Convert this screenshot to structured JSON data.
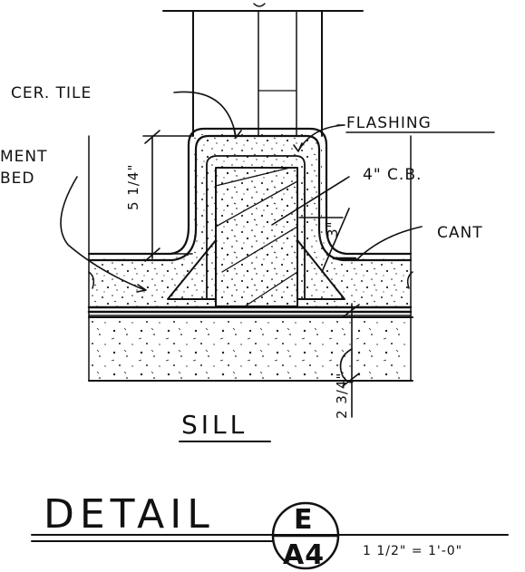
{
  "labels": {
    "cer_tile": "CER. TILE",
    "flashing": "FLASHING",
    "cement_bed_line1": "MENT",
    "cement_bed_line2": "BED",
    "cb": "4\" C.B.",
    "cant": "CANT"
  },
  "dimensions": {
    "height": "5 1/4\"",
    "width": "3\"",
    "thickness": "2 3/4\""
  },
  "title": {
    "section": "SILL",
    "detail": "DETAIL",
    "detail_id": "E",
    "sheet": "A4",
    "scale": "1 1/2\" = 1'-0\""
  }
}
